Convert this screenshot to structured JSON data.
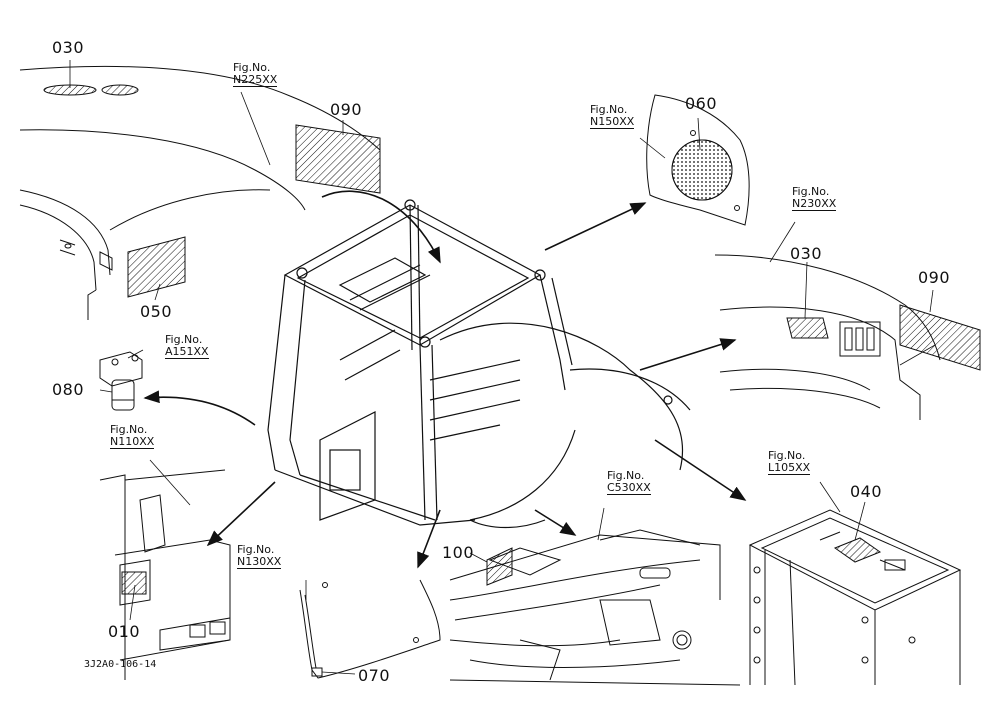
{
  "figure_ref_prefix": "Fig.No.",
  "figure_refs": {
    "n225": "N225XX",
    "n150": "N150XX",
    "n230": "N230XX",
    "a151": "A151XX",
    "n110": "N110XX",
    "n130": "N130XX",
    "c530": "C530XX",
    "l105": "L105XX"
  },
  "part_labels": {
    "p030_top": "030",
    "p090_top": "090",
    "p060": "060",
    "p050": "050",
    "p030_right": "030",
    "p090_right": "090",
    "p080": "080",
    "p040": "040",
    "p100": "100",
    "p010": "010",
    "p070": "070"
  },
  "drawing_code": "3J2A0-106-14"
}
